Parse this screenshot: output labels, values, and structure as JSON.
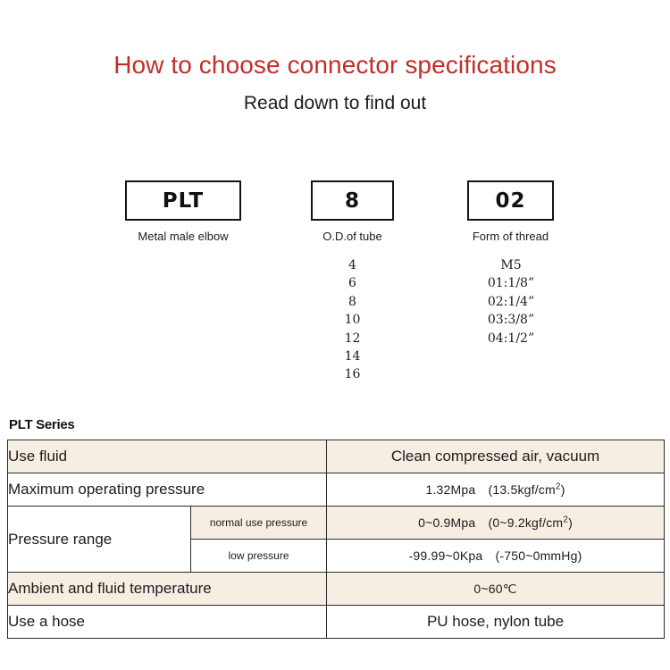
{
  "header": {
    "title": "How to choose connector specifications",
    "subtitle": "Read down to find out",
    "title_color": "#c0302a"
  },
  "code_builder": {
    "segments": [
      {
        "code": "PLT",
        "caption": "Metal male elbow"
      },
      {
        "code": "8",
        "caption": "O.D.of tube"
      },
      {
        "code": "02",
        "caption": "Form of thread"
      }
    ],
    "tube_options": [
      "4",
      "6",
      "8",
      "10",
      "12",
      "14",
      "16"
    ],
    "thread_options": [
      "M5",
      "01:1/8”",
      "02:1/4”",
      "03:3/8”",
      "04:1/2”"
    ]
  },
  "spec": {
    "series_title": "PLT Series",
    "shade_color": "#f7eee3",
    "rows": [
      {
        "label": "Use fluid",
        "value": "Clean compressed air, vacuum"
      },
      {
        "label": "Maximum operating pressure",
        "value_prefix": "1.32Mpa　(13.5kgf/cm",
        "value_sup": "2",
        "value_suffix": ")"
      },
      {
        "label": "Pressure range",
        "sub_label": "normal use pressure",
        "value_prefix": "0~0.9Mpa　(0~9.2kgf/cm",
        "value_sup": "2",
        "value_suffix": ")"
      },
      {
        "sub_label": "low pressure",
        "value": "-99.99~0Kpa　(-750~0mmHg)"
      },
      {
        "label": "Ambient and fluid temperature",
        "value": "0~60℃"
      },
      {
        "label": "Use a hose",
        "value": "PU hose, nylon tube"
      }
    ]
  }
}
